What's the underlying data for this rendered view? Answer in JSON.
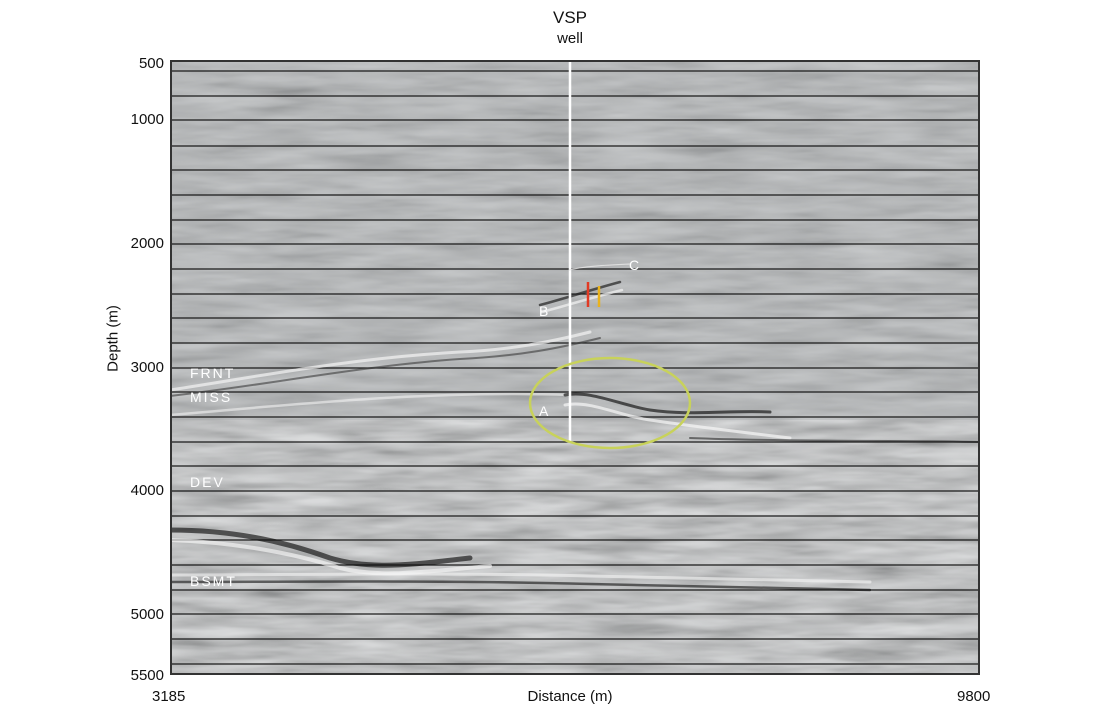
{
  "header": {
    "title": "VSP",
    "subtitle": "well"
  },
  "axes": {
    "ylabel": "Depth (m)",
    "xlabel": "Distance (m)",
    "y_ticks": [
      "500",
      "1000",
      "2000",
      "3000",
      "4000",
      "5000",
      "5500"
    ],
    "x_ticks": [
      "3185",
      "9800"
    ],
    "y_range": [
      500,
      5500
    ],
    "x_range": [
      3185,
      9800
    ]
  },
  "horizons": {
    "frnt": "FRNT",
    "miss": "MISS",
    "dev": "DEV",
    "bsmt": "BSMT"
  },
  "annotations": {
    "a": "A",
    "b": "B",
    "c": "C"
  },
  "colors": {
    "background_gray": "#a6a9ab",
    "well_line": "#ffffff",
    "ellipse": "#c8d25a",
    "marker_red": "#e23a24",
    "marker_yellow": "#e9b21c"
  }
}
